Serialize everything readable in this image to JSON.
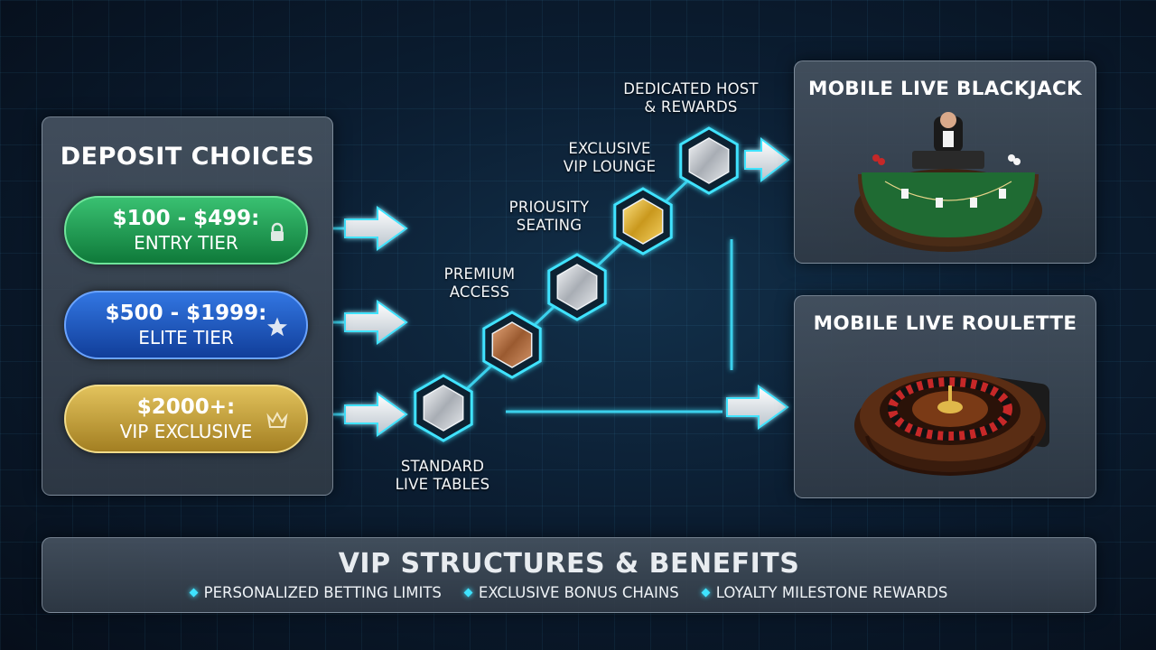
{
  "deposit": {
    "title": "DEPOSIT CHOICES",
    "tiers": [
      {
        "amount": "$100 - $499:",
        "label": "ENTRY TIER",
        "icon": "lock-icon",
        "color": "#1f9a52"
      },
      {
        "amount": "$500 - $1999:",
        "label": "ELITE TIER",
        "icon": "star-icon",
        "color": "#1f56c4"
      },
      {
        "amount": "$2000+:",
        "label": "VIP EXCLUSIVE",
        "icon": "crown-icon",
        "color": "#c9a13a"
      }
    ]
  },
  "steps": {
    "standard": [
      "STANDARD",
      "LIVE TABLES"
    ],
    "premium": [
      "PREMIUM",
      "ACCESS"
    ],
    "priority": [
      "PRIOUSITY",
      "SEATING"
    ],
    "lounge": [
      "EXCLUSIVE",
      "VIP LOUNGE"
    ],
    "host": [
      "DEDICATED HOST",
      "& REWARDS"
    ]
  },
  "games": {
    "blackjack": {
      "title": "MOBILE LIVE BLACKJACK",
      "icon": "blackjack-table-icon"
    },
    "roulette": {
      "title": "MOBILE LIVE ROULETTE",
      "icon": "roulette-wheel-icon"
    }
  },
  "vip": {
    "title": "VIP STRUCTURES & BENEFITS",
    "benefits": [
      "PERSONALIZED BETTING LIMITS",
      "EXCLUSIVE BONUS CHAINS",
      "LOYALTY MILESTONE REWARDS"
    ]
  },
  "colors": {
    "accent": "#3fe3ff",
    "bronze": "#b9794a",
    "gold": "#e3b935",
    "silver": "#cfd3d8"
  }
}
